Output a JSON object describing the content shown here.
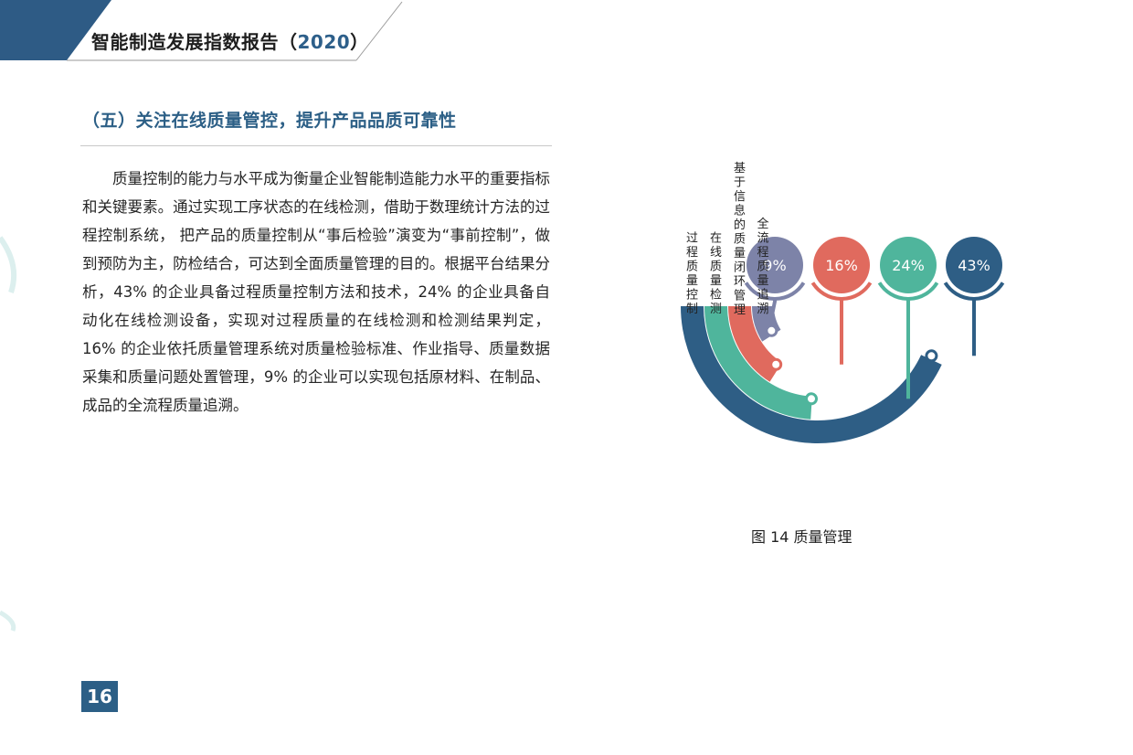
{
  "header": {
    "title": "智能制造发展指数报告（",
    "year": "2020",
    "close": "）"
  },
  "section": {
    "title": "（五）关注在线质量管控，提升产品品质可靠性"
  },
  "body": {
    "paragraph": "质量控制的能力与水平成为衡量企业智能制造能力水平的重要指标和关键要素。通过实现工序状态的在线检测，借助于数理统计方法的过程控制系统， 把产品的质量控制从“事后检验”演变为“事前控制”，做到预防为主，防检结合，可达到全面质量管理的目的。根据平台结果分析，43% 的企业具备过程质量控制方法和技术，24% 的企业具备自动化在线检测设备，实现对过程质量的在线检测和检测结果判定，16% 的企业依托质量管理系统对质量检验标准、作业指导、质量数据采集和质量问题处置管理，9% 的企业可以实现包括原材料、在制品、成品的全流程质量追溯。"
  },
  "chart_data": {
    "type": "radial-bar",
    "title": "图 14 质量管理",
    "categories": [
      "过程质量控制",
      "在线质量检测",
      "基于信息的质量闭环管理",
      "全流程质量追溯"
    ],
    "values": [
      43,
      24,
      16,
      9
    ],
    "value_labels": [
      "43%",
      "24%",
      "16%",
      "9%"
    ],
    "colors": [
      "#2e5e85",
      "#4fb59c",
      "#e06a5e",
      "#7d83a8"
    ]
  },
  "footer": {
    "page_number": "16"
  },
  "colors": {
    "header_blue": "#2e5b85",
    "section_blue": "#2c5f86"
  }
}
